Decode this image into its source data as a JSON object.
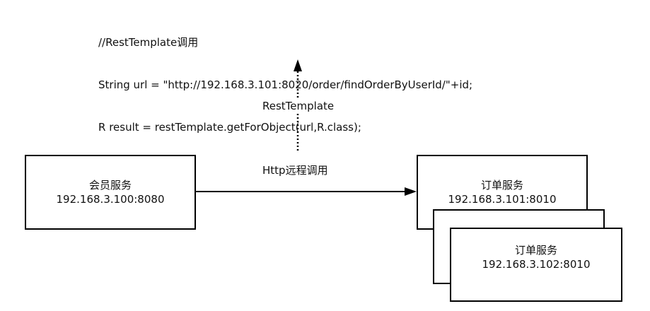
{
  "code": {
    "line1": "//RestTemplate调用",
    "line2": "String url = \"http://192.168.3.101:8020/order/findOrderByUserId/\"+id;",
    "line3": "R result = restTemplate.getForObject(url,R.class);"
  },
  "labels": {
    "resttemplate": "RestTemplate",
    "http_call": "Http远程调用"
  },
  "member_service": {
    "name": "会员服务",
    "address": "192.168.3.100:8080"
  },
  "order_service_1": {
    "name": "订单服务",
    "address": "192.168.3.101:8010"
  },
  "order_service_3": {
    "name": "订单服务",
    "address": "192.168.3.102:8010"
  }
}
